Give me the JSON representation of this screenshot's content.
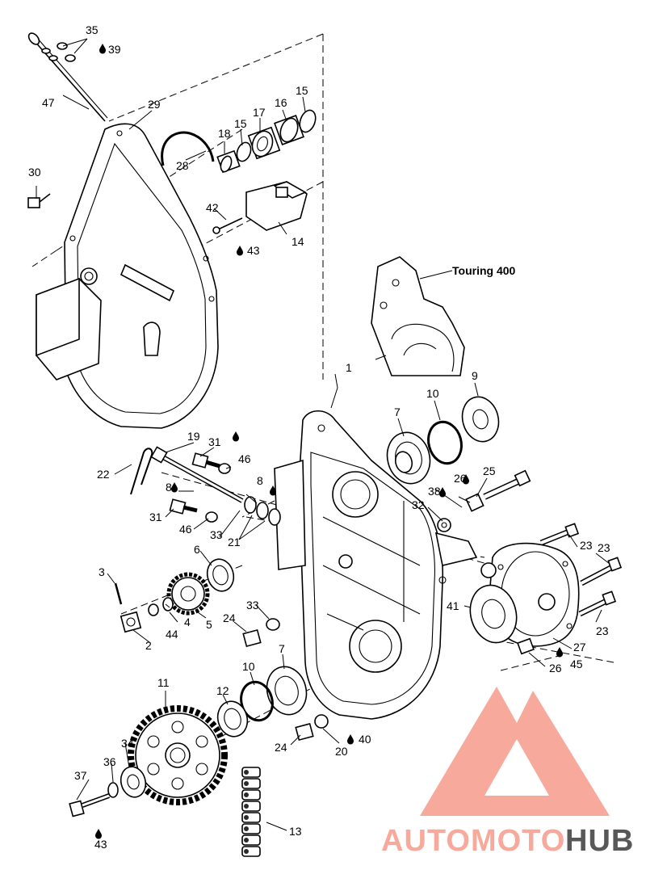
{
  "variant_label": "Touring 400",
  "drop_icon": "oil-drop-icon",
  "watermark": {
    "part1": "AUTOMOTO",
    "part2": "HUB",
    "color_primary": "#f7a99c",
    "color_secondary": "#ec6e5e",
    "color_hub": "#585858"
  },
  "callouts": {
    "c1": "1",
    "c2": "2",
    "c3": "3",
    "c4": "4",
    "c5": "5",
    "c6": "6",
    "c7a": "7",
    "c7b": "7",
    "c8a": "8",
    "c8b": "8",
    "c9": "9",
    "c10a": "10",
    "c10b": "10",
    "c11": "11",
    "c12": "12",
    "c13": "13",
    "c14": "14",
    "c15a": "15",
    "c15b": "15",
    "c16": "16",
    "c17": "17",
    "c18": "18",
    "c19": "19",
    "c20": "20",
    "c21": "21",
    "c22": "22",
    "c23a": "23",
    "c23b": "23",
    "c23c": "23",
    "c24a": "24",
    "c24b": "24",
    "c25": "25",
    "c26a": "26",
    "c26b": "26",
    "c27": "27",
    "c28": "28",
    "c29": "29",
    "c30": "30",
    "c31a": "31",
    "c31b": "31",
    "c32": "32",
    "c33a": "33",
    "c33b": "33",
    "c34": "34",
    "c35": "35",
    "c36": "36",
    "c37": "37",
    "c38": "38",
    "c39": "39",
    "c40": "40",
    "c41": "41",
    "c42": "42",
    "c43a": "43",
    "c43b": "43",
    "c44": "44",
    "c45": "45",
    "c46a": "46",
    "c46b": "46",
    "c47": "47"
  }
}
